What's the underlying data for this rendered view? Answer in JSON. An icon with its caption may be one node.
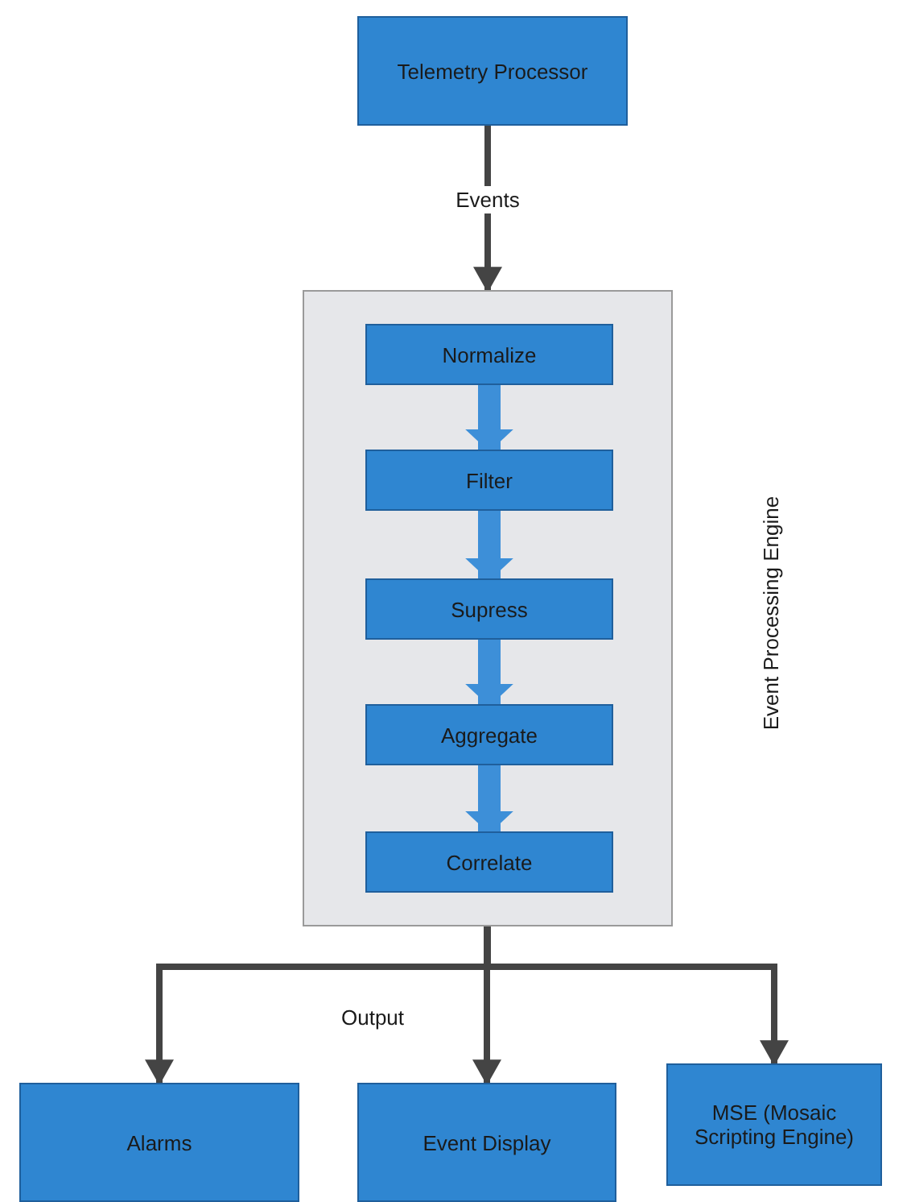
{
  "diagram": {
    "nodes": [
      {
        "text": [
          "Telemetry Processor"
        ]
      },
      {
        "text": [
          "Event Processing Engine"
        ]
      },
      {
        "text": [
          "Normalize"
        ],
        "in": 1
      },
      {
        "text": [
          "Filter"
        ],
        "in": 1
      },
      {
        "text": [
          "Supress"
        ],
        "in": 1
      },
      {
        "text": [
          "Aggregate"
        ],
        "in": 1
      },
      {
        "text": [
          "Correlate"
        ],
        "in": 1
      },
      {
        "text": [
          "Alarms"
        ]
      },
      {
        "text": [
          "Event Display"
        ]
      },
      {
        "text": [
          "MSE (Mosaic Scripting Engine)"
        ]
      }
    ],
    "edges": [
      {
        "from": 0,
        "to": 1,
        "arrow": "to",
        "label": "Events"
      },
      {
        "from": 2,
        "to": 3,
        "arrow": "to",
        "style": "thick",
        "color": "#3d8fd8"
      },
      {
        "from": 3,
        "to": 4,
        "arrow": "to",
        "style": "thick",
        "color": "#3d8fd8"
      },
      {
        "from": 4,
        "to": 5,
        "arrow": "to",
        "style": "thick",
        "color": "#3d8fd8"
      },
      {
        "from": 5,
        "to": 6,
        "arrow": "to",
        "style": "thick",
        "color": "#3d8fd8"
      },
      {
        "from": 1,
        "to": 7,
        "arrow": "to"
      },
      {
        "from": 1,
        "to": 8,
        "arrow": "to"
      },
      {
        "from": 1,
        "to": 9,
        "arrow": "to"
      }
    ],
    "labels": [
      "Output"
    ]
  }
}
